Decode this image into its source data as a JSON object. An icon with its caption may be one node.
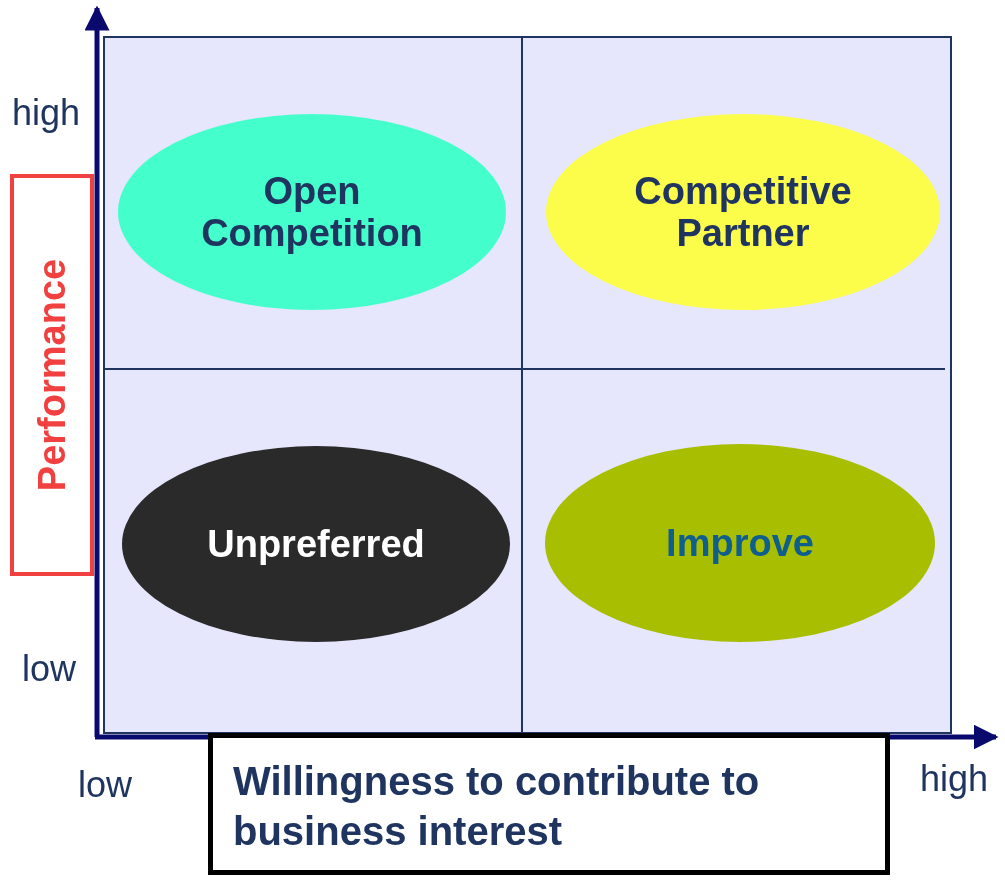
{
  "diagram": {
    "nodes": [
      {
        "text": [
          "Open Competition"
        ]
      },
      {
        "text": [
          "Competitive Partner"
        ]
      },
      {
        "text": [
          "Performance"
        ]
      },
      {
        "text": [
          "Unpreferred"
        ]
      },
      {
        "text": [
          "Improve"
        ]
      },
      {
        "text": [
          "Willingness to contribute to business interest"
        ]
      }
    ],
    "labels": [
      "high",
      "low",
      "low",
      "high"
    ]
  }
}
